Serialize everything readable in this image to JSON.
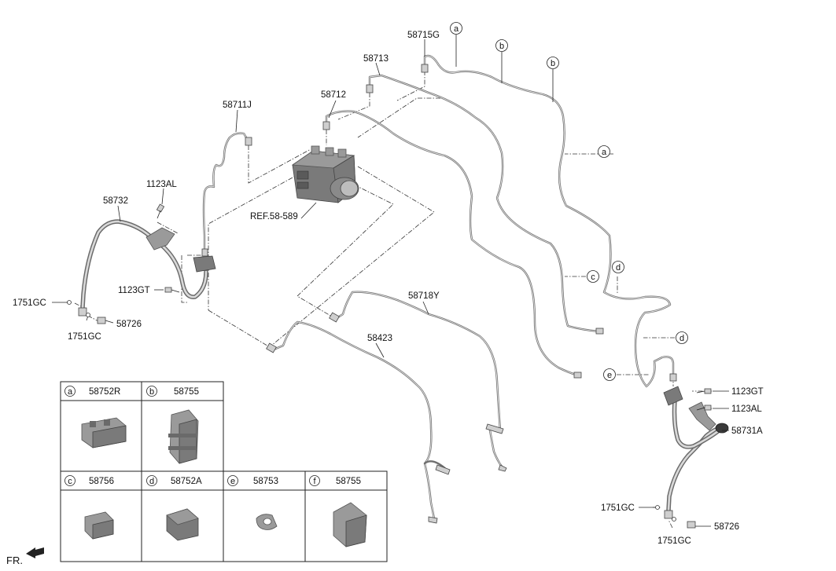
{
  "callouts": {
    "p58715G": "58715G",
    "p58713": "58713",
    "p58712": "58712",
    "p58711J": "58711J",
    "p1123AL_left": "1123AL",
    "p58732": "58732",
    "ref": "REF.58-589",
    "p1123GT_left": "1123GT",
    "p1751GC_left_a": "1751GC",
    "p1751GC_left_b": "1751GC",
    "p58726_left": "58726",
    "p58718Y": "58718Y",
    "p58423": "58423",
    "p1123GT_right": "1123GT",
    "p1123AL_right": "1123AL",
    "p58731A": "58731A",
    "p1751GC_right_a": "1751GC",
    "p1751GC_right_b": "1751GC",
    "p58726_right": "58726"
  },
  "clip_markers": {
    "a_top": "a",
    "b_1": "b",
    "b_2": "b",
    "a_side": "a",
    "c": "c",
    "d_1": "d",
    "d_2": "d",
    "e": "e"
  },
  "legend": {
    "a": {
      "letter": "a",
      "part": "58752R"
    },
    "b": {
      "letter": "b",
      "part": "58755"
    },
    "c": {
      "letter": "c",
      "part": "58756"
    },
    "d": {
      "letter": "d",
      "part": "58752A"
    },
    "e": {
      "letter": "e",
      "part": "58753"
    },
    "f": {
      "letter": "f",
      "part": "58755"
    }
  },
  "front_indicator": "FR.",
  "icons": {
    "front_arrow": "arrow-icon",
    "abs_unit": "abs-modulator-icon"
  }
}
